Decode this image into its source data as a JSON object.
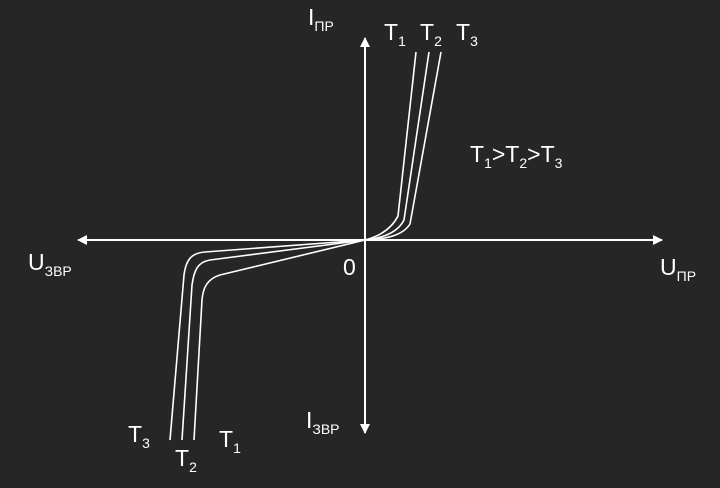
{
  "axes": {
    "forward_current": {
      "main": "I",
      "sub": "ПР"
    },
    "forward_voltage": {
      "main": "U",
      "sub": "ПР"
    },
    "reverse_voltage": {
      "main": "U",
      "sub": "ЗВР"
    },
    "reverse_current": {
      "main": "I",
      "sub": "ЗВР"
    },
    "origin": "0"
  },
  "curves": [
    {
      "main": "T",
      "sub": "1"
    },
    {
      "main": "T",
      "sub": "2"
    },
    {
      "main": "T",
      "sub": "3"
    }
  ],
  "relation": {
    "t1": {
      "main": "T",
      "sub": "1"
    },
    "gt1": ">",
    "t2": {
      "main": "T",
      "sub": "2"
    },
    "gt2": ">",
    "t3": {
      "main": "T",
      "sub": "3"
    }
  },
  "colors": {
    "background": "#262626",
    "ink": "#ffffff"
  }
}
